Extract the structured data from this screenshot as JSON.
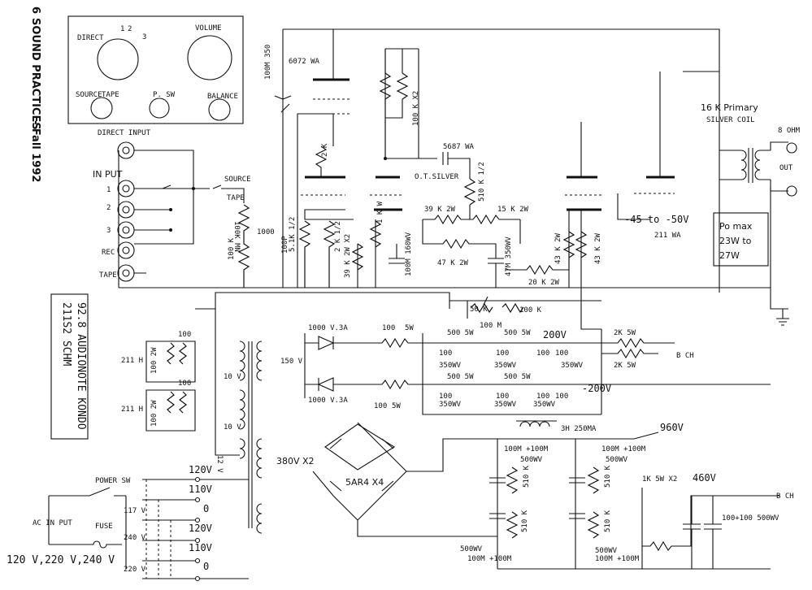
{
  "header": {
    "page_number": "6",
    "publication": "SOUND PRACTICES",
    "issue": "- Fall 1992"
  },
  "panel": {
    "direct": "DIRECT",
    "positions": [
      "1",
      "2",
      "3"
    ],
    "volume": "VOLUME",
    "source": "SOURCE",
    "tape": "TAPE",
    "psw": "P. SW",
    "balance": "BALANCE"
  },
  "title_block": {
    "line1": "211S2 SCHM",
    "line2": "92.8 AUDIONOTE KONDO"
  },
  "inputs": {
    "direct_input": "DIRECT INPUT",
    "in_put": "IN PUT",
    "jacks": [
      "1",
      "2",
      "3"
    ],
    "rec": "REC",
    "tape": "TAPE",
    "source": "SOURCE",
    "tape_sw": "TAPE",
    "pot_100k_mn": "100K MN",
    "r_100k": "100 K",
    "r_100k_1000": "1000"
  },
  "tubes": {
    "t6072": "6072 WA",
    "t5687": "5687 WA",
    "t211": "211 WA",
    "rect": "5AR4 X4"
  },
  "components": {
    "c_100m_350": "100M 350",
    "r_100k_x2": "100 K X2",
    "r_2k": "2 K",
    "c_ot_silver": "O.T.SILVER",
    "r_510k_half": "510 K 1/2",
    "r_39k_2w": "39 K 2W",
    "r_15k_2w": "15 K 2W",
    "r_47k_2w": "47 K 2W",
    "c_47m_350": "47M 350WV",
    "r_20k_2w": "20 K 2W",
    "r_43k_2w_a": "43 K 2W",
    "r_43k_2w_b": "43 K 2W",
    "r_5_1k": "5.1K 1/2",
    "r_2k_half": "2 K 1/2",
    "r_39k_x2": "39 K 2W X2",
    "r_1k_w": "1 K W",
    "c_100m_160": "100M 160WV",
    "c_mini": "100P",
    "r_50k": "50 K",
    "r_100k_b": "100 K",
    "c_100m": "100 M"
  },
  "primary": {
    "label": "16 K Primary",
    "coil": "SILVER COIL",
    "ohm": "8 OHM",
    "out": "OUT"
  },
  "bias": {
    "range": "-45 to -50V",
    "po_max_1": "Po max",
    "po_max_2": "23W to",
    "po_max_3": "27W"
  },
  "filament": {
    "r100_a": "100",
    "r100_b": "100",
    "r100_2w_a": "100 2W",
    "r100_2w_b": "100 2W",
    "h211_a": "211 H",
    "h211_b": "211 H",
    "v10_a": "10 V",
    "v10_b": "10 V",
    "v12": "12 V"
  },
  "supply": {
    "d1": "1000 V.3A",
    "d2": "1000 V.3A",
    "r100_5w_a_v": "100",
    "r100_5w_a_w": "5W",
    "r100_5w_b_v": "100",
    "r100_5w_b_w": "5W",
    "v150": "150 V",
    "r500_5w": [
      "500 5W",
      "500 5W",
      "500 5W",
      "500 5W"
    ],
    "c100": [
      "100",
      "100",
      "100",
      "100",
      "100",
      "100",
      "100",
      "100"
    ],
    "wv350": [
      "350WV",
      "350WV",
      "350WV",
      "350WV",
      "350WV",
      "350WV"
    ],
    "v200": "200V",
    "vm200": "-200V",
    "r2k5w_a": "2K 5W",
    "r2k5w_b": "2K 5W",
    "bch_a": "B CH",
    "bch_b": "B CH",
    "choke": "3H 250MA",
    "v960": "960V",
    "v380": "380V X2",
    "c100_100m_a": "100M +100M",
    "c100_100m_b": "100M +100M",
    "c100_100m_c": "100M +100M",
    "c100_100m_d": "100M +100M",
    "wv500": [
      "500WV",
      "500WV",
      "500WV",
      "500WV"
    ],
    "r510k": [
      "510 K",
      "510 K",
      "510 K",
      "510 K"
    ],
    "r1k5w": "1K 5W X2",
    "v460": "460V",
    "c100_500": "100+100 500WV"
  },
  "mains": {
    "power_sw": "POWER SW",
    "fuse": "FUSE",
    "ac_in": "AC IN PUT",
    "voltages": "120 V,220 V,240 V",
    "v117": "117 V",
    "v240": "240 V",
    "v220": "220 V",
    "taps": [
      "120V",
      "110V",
      "0",
      "120V",
      "110V",
      "0"
    ]
  }
}
